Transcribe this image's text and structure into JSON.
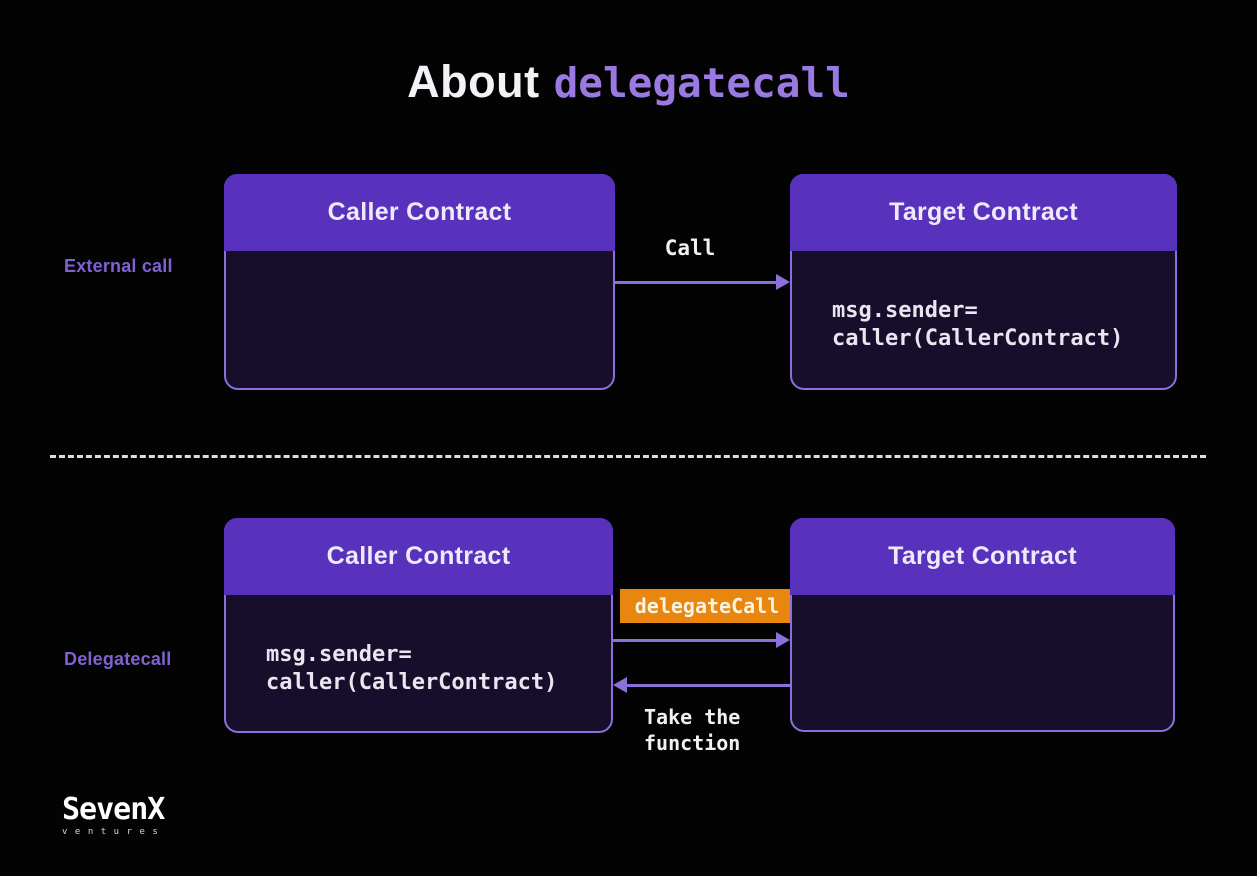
{
  "title": {
    "prefix": "About",
    "keyword": "delegatecall"
  },
  "colors": {
    "background": "#030303",
    "header_purple": "#5832bd",
    "body_dark": "#160e2b",
    "border_purple": "#8a70d8",
    "label_purple": "#8161d1",
    "keyword_purple": "#9b79e2",
    "badge_orange": "#e8860f",
    "text_white": "#f2f0f5"
  },
  "sections": {
    "external": {
      "label": "External call",
      "caller_box": {
        "header": "Caller Contract",
        "body": ""
      },
      "target_box": {
        "header": "Target Contract",
        "body": "msg.sender=\ncaller(CallerContract)"
      },
      "arrow_label": "Call"
    },
    "delegate": {
      "label": "Delegatecall",
      "caller_box": {
        "header": "Caller Contract",
        "body": "msg.sender=\ncaller(CallerContract)"
      },
      "target_box": {
        "header": "Target Contract",
        "body": ""
      },
      "badge_label": "delegateCall",
      "return_label": "Take the\nfunction"
    }
  },
  "logo": {
    "name": "SevenX",
    "sub": "ventures"
  }
}
